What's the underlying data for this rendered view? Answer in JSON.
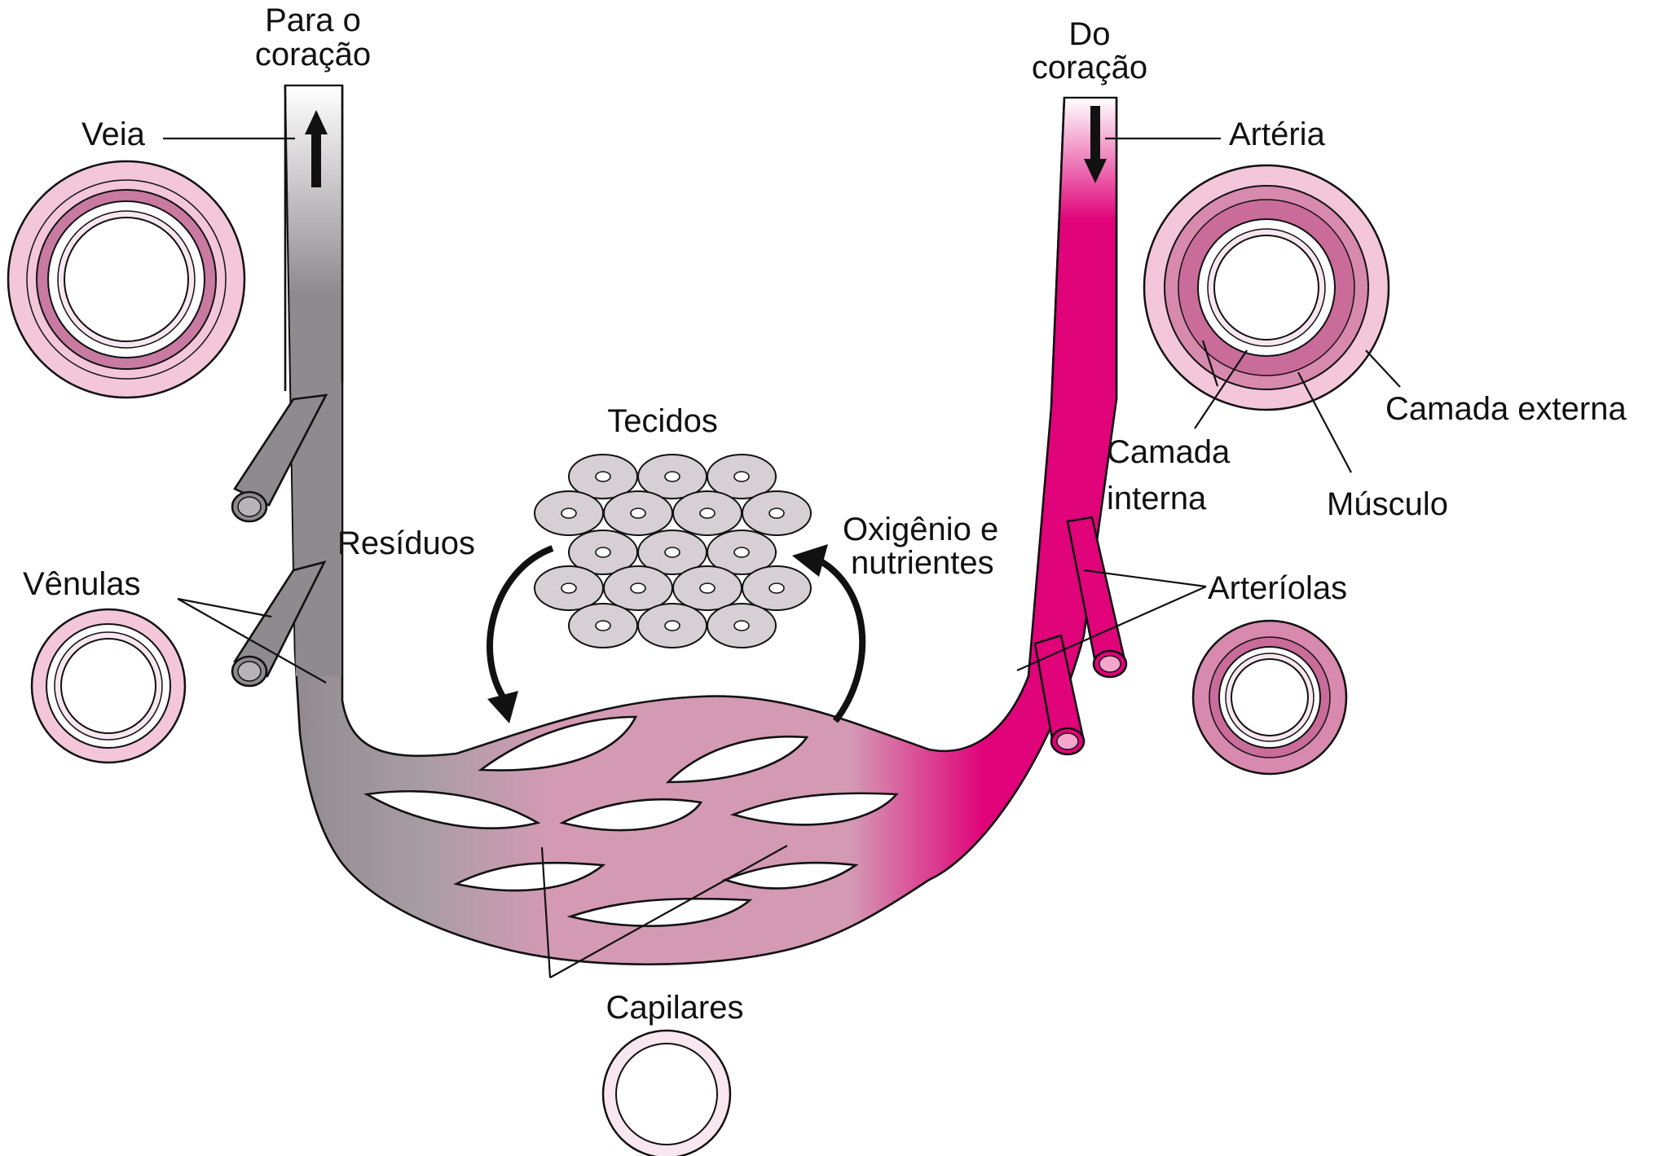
{
  "labels": {
    "to_heart_line1": "Para o",
    "to_heart_line2": "coração",
    "from_heart_line1": "Do",
    "from_heart_line2": "coração",
    "vein": "Veia",
    "artery": "Artéria",
    "tissues": "Tecidos",
    "waste": "Resíduos",
    "oxygen_line1": "Oxigênio e",
    "oxygen_line2": "nutrientes",
    "venules": "Vênulas",
    "arterioles": "Arteríolas",
    "outer_layer": "Camada externa",
    "inner_layer_line1": "Camada",
    "inner_layer_line2": "interna",
    "muscle": "Músculo",
    "capillaries": "Capilares"
  },
  "colors": {
    "vein_gray": "#8f8a8e",
    "capillary_pink": "#d49ab4",
    "artery_magenta": "#e0037a",
    "vessel_wall_pink": "#f3c6da",
    "tissue_cell": "#d6cfd3",
    "outline": "#111111"
  },
  "icons": {
    "arrow_up": "arrow-up-icon",
    "arrow_down": "arrow-down-icon"
  }
}
